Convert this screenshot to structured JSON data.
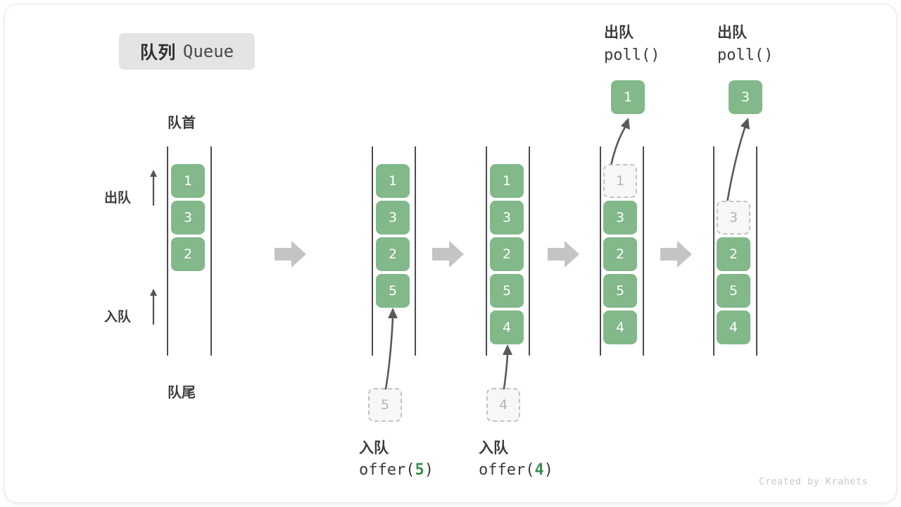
{
  "figure": {
    "title_cn": "队列",
    "title_en": "Queue",
    "credit": "Created by Krahets",
    "colors": {
      "cell_fill": "#82b88a",
      "cell_text": "#ffffff",
      "ghost_fill": "#f7f7f7",
      "ghost_border": "#c3c3c3",
      "ghost_text": "#b4b4b4",
      "rail": "#4c4c4c",
      "separator_arrow": "#c4c4c4",
      "label_text": "#3b3b3b",
      "accent_green_text": "#3a8c4e",
      "chip_bg": "#e4e4e4",
      "credit_text": "#c8c8c8"
    }
  },
  "annotations": {
    "front": "队首",
    "rear": "队尾",
    "dequeue": "出队",
    "enqueue": "入队"
  },
  "steps": [
    {
      "id": "initial",
      "cells": [
        "1",
        "3",
        "2"
      ],
      "ghost_index": null,
      "caption_cn": "",
      "caption_code_prefix": "",
      "caption_code_value": "",
      "caption_code_suffix": "",
      "popped_value": null,
      "incoming_value": null
    },
    {
      "id": "offer-5",
      "cells": [
        "1",
        "3",
        "2",
        "5"
      ],
      "ghost_index": null,
      "caption_cn": "入队",
      "caption_code_prefix": "offer(",
      "caption_code_value": "5",
      "caption_code_suffix": ")",
      "popped_value": null,
      "incoming_value": "5"
    },
    {
      "id": "offer-4",
      "cells": [
        "1",
        "3",
        "2",
        "5",
        "4"
      ],
      "ghost_index": null,
      "caption_cn": "入队",
      "caption_code_prefix": "offer(",
      "caption_code_value": "4",
      "caption_code_suffix": ")",
      "popped_value": null,
      "incoming_value": "4"
    },
    {
      "id": "poll-1",
      "cells": [
        "1",
        "3",
        "2",
        "5",
        "4"
      ],
      "ghost_index": 0,
      "caption_cn": "出队",
      "caption_code_prefix": "poll(",
      "caption_code_value": "",
      "caption_code_suffix": ")",
      "popped_value": "1",
      "incoming_value": null
    },
    {
      "id": "poll-3",
      "cells": [
        "3",
        "2",
        "5",
        "4"
      ],
      "ghost_index": 0,
      "caption_cn": "出队",
      "caption_code_prefix": "poll(",
      "caption_code_value": "",
      "caption_code_suffix": ")",
      "popped_value": "3",
      "incoming_value": null
    }
  ],
  "icons": {
    "separator": "right-arrow-icon",
    "direction_up": "up-arrow-icon",
    "curved_enqueue": "curved-up-arrow-icon",
    "curved_dequeue": "curved-up-arrow-icon"
  }
}
